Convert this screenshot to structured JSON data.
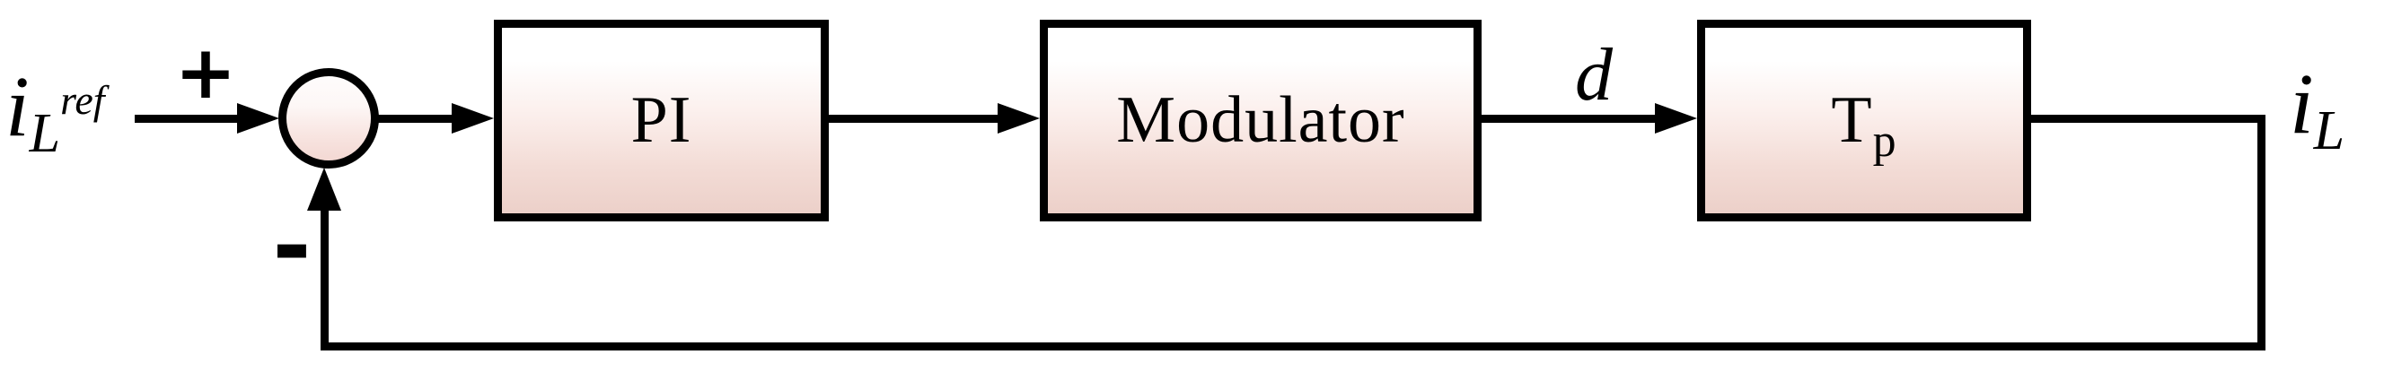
{
  "figure": {
    "type": "feedback-control-block-diagram",
    "colors": {
      "background": "#ffffff",
      "line": "#000000",
      "block_fill_top": "#ffffff",
      "block_fill_bottom": "#ecd0c9"
    },
    "input_label": {
      "base": "i",
      "sub": "L",
      "sup": "ref"
    },
    "plus_sign": "+",
    "minus_sign": "-",
    "blocks": {
      "pi": {
        "label": "PI"
      },
      "modulator": {
        "label": "Modulator"
      },
      "plant": {
        "base": "T",
        "sub": "p"
      }
    },
    "duty_cycle_label": "d",
    "output_label": {
      "base": "i",
      "sub": "L"
    }
  }
}
